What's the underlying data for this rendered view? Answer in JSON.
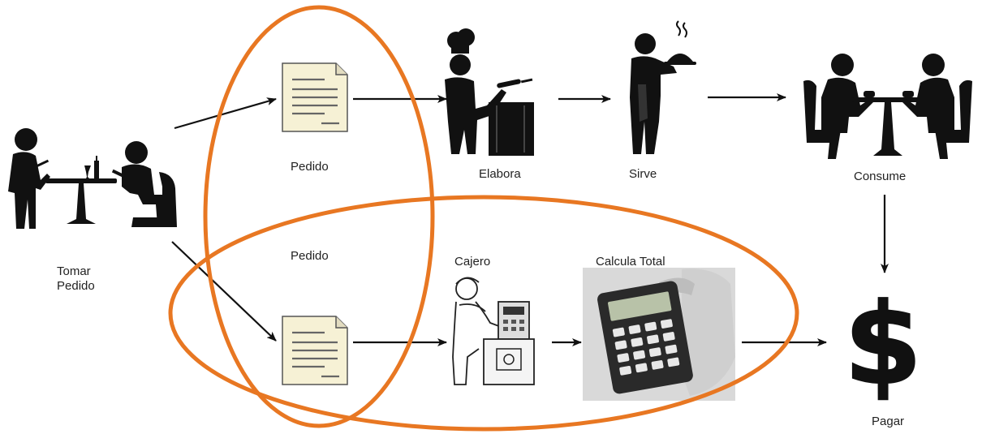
{
  "accent_color": "#e87722",
  "ink_color": "#111111",
  "labels": {
    "tomar_line1": "Tomar",
    "tomar_line2": "Pedido",
    "pedido_top": "Pedido",
    "pedido_mid": "Pedido",
    "elabora": "Elabora",
    "sirve": "Sirve",
    "consume": "Consume",
    "cajero": "Cajero",
    "calcula_total": "Calcula Total",
    "pagar": "Pagar"
  },
  "icons": {
    "order_taking": "waiter-and-customer-icon",
    "order_ticket": "document-icon",
    "chef": "chef-icon",
    "server": "waiter-serving-icon",
    "diners": "diners-icon",
    "cashier": "cashier-icon",
    "calculator": "calculator-icon",
    "payment": "dollar-sign-icon"
  },
  "highlights": [
    "vertical-ellipse",
    "horizontal-ellipse"
  ]
}
